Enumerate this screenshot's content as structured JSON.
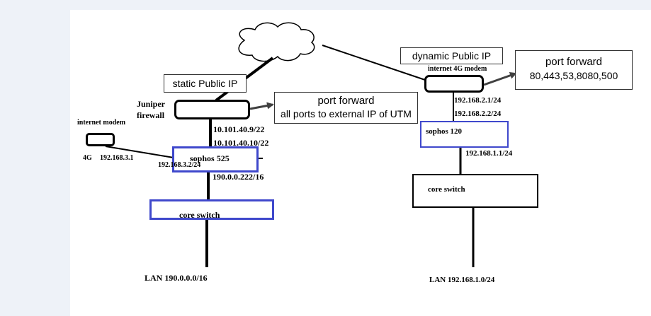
{
  "left_site": {
    "static_ip_label": "static Public IP",
    "juniper_label_line1": "Juniper",
    "juniper_label_line2": "firewall",
    "port_forward_title": "port forward",
    "port_forward_detail": "all ports to external IP of UTM",
    "juniper_ip": "10.101.40.9/22",
    "sophos_wan_ip": "10.101.40.10/22",
    "modem_label": "internet modem",
    "modem_type": "4G",
    "modem_ip": "192.168.3.1",
    "sophos_label": "sophos 525",
    "sophos_modem_ip": "192.168.3.2/24",
    "sophos_lan_ip": "190.0.0.222/16",
    "core_switch_label": "core switch",
    "lan_label": "LAN 190.0.0.0/16"
  },
  "right_site": {
    "dynamic_ip_label": "dynamic Public IP",
    "modem_label": "internet 4G modem",
    "port_forward_title": "port forward",
    "port_forward_detail": "80,443,53,8080,500",
    "modem_lan_ip": "192.168.2.1/24",
    "sophos_wan_ip": "192.168.2.2/24",
    "sophos_label": "sophos 120",
    "sophos_lan_ip": "192.168.1.1/24",
    "core_switch_label": "core switch",
    "lan_label": "LAN 192.168.1.0/24"
  },
  "colors": {
    "sophos_frame": "#3f48cc",
    "link": "#000000",
    "arrow": "#404040"
  }
}
